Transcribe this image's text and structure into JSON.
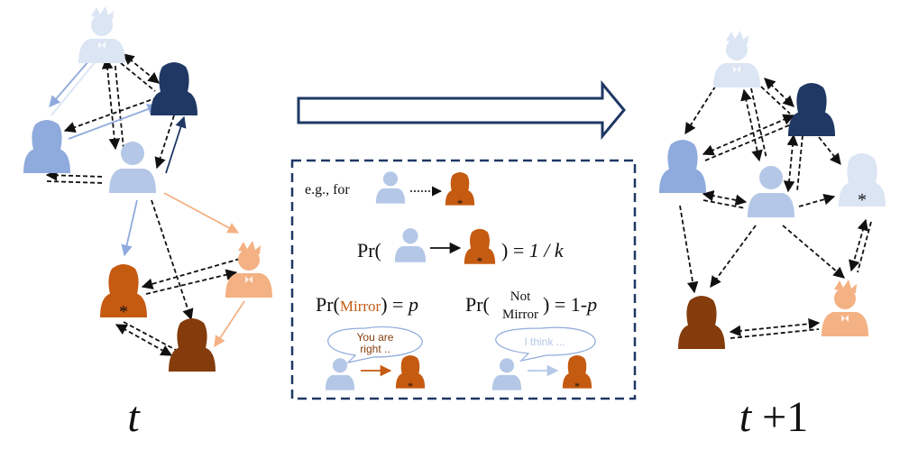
{
  "time_labels": {
    "left": "t",
    "right_var": "t",
    "right_plus": " +1"
  },
  "legend": {
    "example_prefix": "e.g., for",
    "pr_open": "Pr(",
    "pr_close_eq": ") = ",
    "pr_value": "1 / k",
    "mirror_label": "Mirror",
    "mirror_eq": ") = ",
    "mirror_value": "p",
    "not_mirror_line1": "Not",
    "not_mirror_line2": "Mirror",
    "not_mirror_eq": ") = 1-",
    "not_mirror_value": "p",
    "bubble_mirror_line1": "You are",
    "bubble_mirror_line2": "right ..",
    "bubble_not_mirror": "I think ...",
    "star": "*"
  },
  "colors": {
    "very_light_blue": "#dbe5f4",
    "light_blue": "#b4c7e7",
    "mid_blue": "#8faadc",
    "dark_navy": "#1f3864",
    "orange": "#c55a11",
    "dark_brown": "#843c0c",
    "light_orange": "#f4b183"
  }
}
